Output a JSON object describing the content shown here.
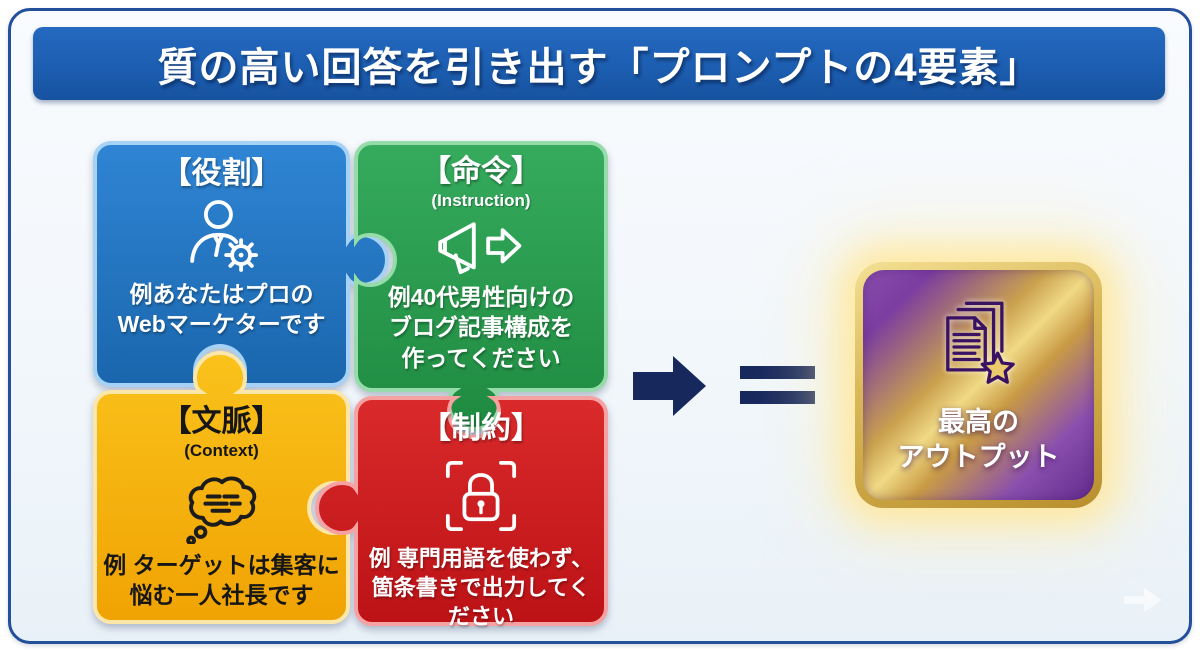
{
  "header": {
    "title": "質の高い回答を引き出す「プロンプトの4要素」"
  },
  "pieces": [
    {
      "id": "role",
      "title": "【役割】",
      "subtitle": "",
      "icon": "person-gear-icon",
      "example": [
        "例あなたはプロの",
        "Webマーケターです"
      ],
      "color": "#2176c4"
    },
    {
      "id": "instruction",
      "title": "【命令】",
      "subtitle": "(Instruction)",
      "icon": "megaphone-icon",
      "example": [
        "例40代男性向けの",
        "ブログ記事構成を",
        "作ってください"
      ],
      "color": "#2a9d4f"
    },
    {
      "id": "context",
      "title": "【文脈】",
      "subtitle": "(Context)",
      "icon": "thought-bubble-icon",
      "example": [
        "例 ターゲットは集客に",
        "悩む一人社長です"
      ],
      "color": "#f6b40e"
    },
    {
      "id": "constraint",
      "title": "【制約】",
      "subtitle": "",
      "icon": "lock-icon",
      "example": [
        "例 専門用語を使わず、",
        "箇条書きで出力してく",
        "ださい"
      ],
      "color": "#cf1c21"
    }
  ],
  "operators": {
    "arrow_icon": "right-arrow-icon",
    "equals_icon": "equals-icon",
    "color": "#17285d"
  },
  "output": {
    "icon": "documents-star-icon",
    "label_lines": [
      "最高の",
      "アウトプット"
    ],
    "border_color": "#c9a33b",
    "purple": "#7b3da0",
    "gold": "#f0d985"
  },
  "frame": {
    "border_color": "#24509b",
    "header_bg": "#1c5eb1"
  }
}
